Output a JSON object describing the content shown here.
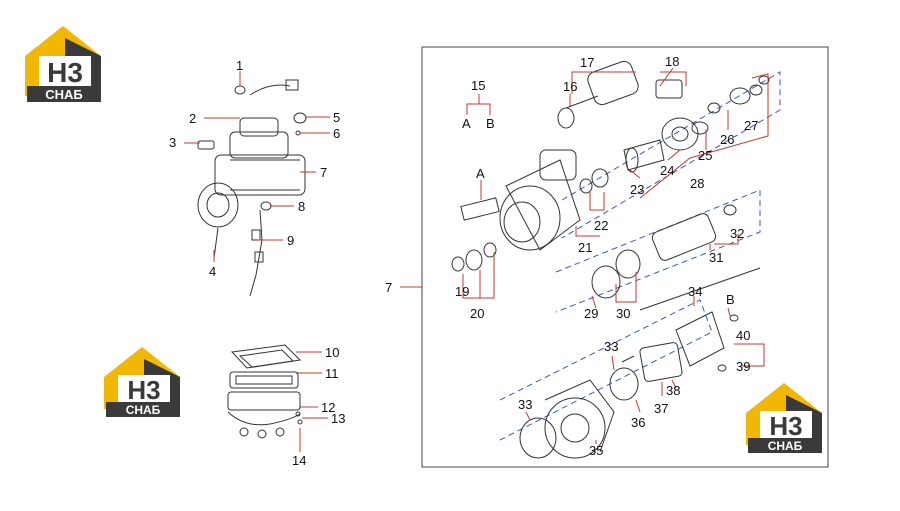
{
  "brand": {
    "logo_top": "H3",
    "logo_bottom": "CHAБ",
    "accent_color": "#f2b705",
    "dark_color": "#3a3a3a"
  },
  "callouts": {
    "c1": "1",
    "c2": "2",
    "c3": "3",
    "c4": "4",
    "c5": "5",
    "c6": "6",
    "c7": "7",
    "c8": "8",
    "c9": "9",
    "c10": "10",
    "c11": "11",
    "c12": "12",
    "c13": "13",
    "c14": "14",
    "c15": "15",
    "c16": "16",
    "c17": "17",
    "c18": "18",
    "c19": "19",
    "c20": "20",
    "c21": "21",
    "c22": "22",
    "c23": "23",
    "c24": "24",
    "c25": "25",
    "c26": "26",
    "c27": "27",
    "c28": "28",
    "c29": "29",
    "c30": "30",
    "c31": "31",
    "c32": "32",
    "c33a": "33",
    "c33b": "33",
    "c34": "34",
    "c35": "35",
    "c36": "36",
    "c37": "37",
    "c38": "38",
    "c39": "39",
    "c40": "40",
    "c7b": "7",
    "A1": "A",
    "B1": "B",
    "A2": "A",
    "B2": "B"
  }
}
